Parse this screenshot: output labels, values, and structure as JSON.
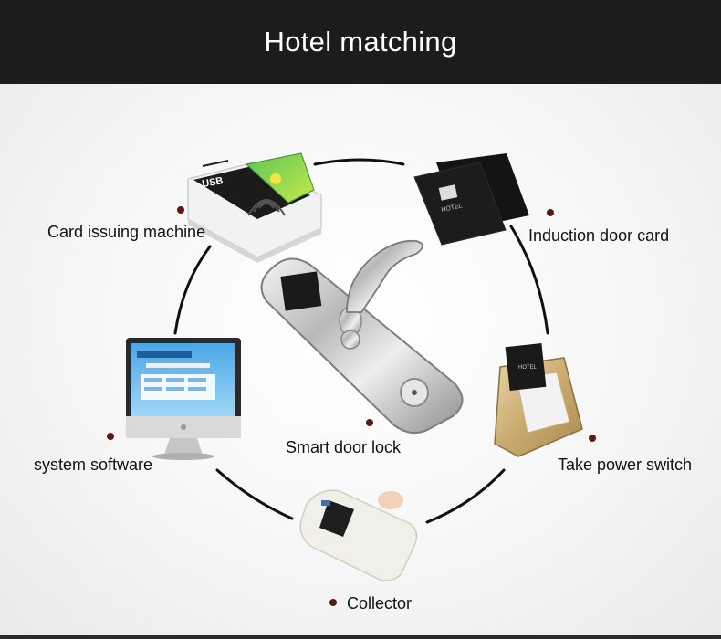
{
  "header": {
    "title": "Hotel matching"
  },
  "center": {
    "label": "Smart door lock"
  },
  "items": {
    "card_issuing": {
      "label": "Card issuing machine",
      "device_text": "USB"
    },
    "induction_card": {
      "label": "Induction door card"
    },
    "system_software": {
      "label": "system software"
    },
    "take_power": {
      "label": "Take power switch"
    },
    "collector": {
      "label": "Collector"
    }
  },
  "colors": {
    "header_bg": "#1d1c1c",
    "header_text": "#ffffff",
    "dot": "#5a1a12",
    "ring": "#111111"
  }
}
